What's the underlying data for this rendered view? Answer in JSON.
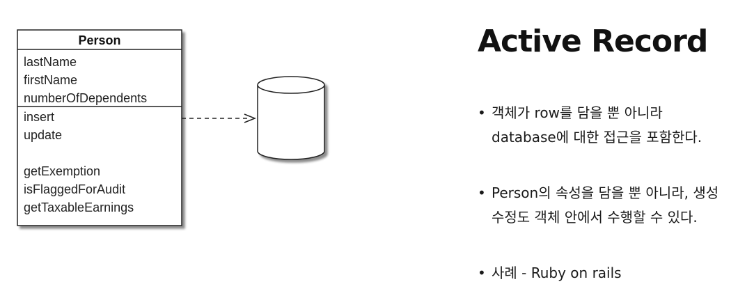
{
  "diagram": {
    "class_box": {
      "name": "Person",
      "attributes": [
        "lastName",
        "firstName",
        "numberOfDependents"
      ],
      "methods": [
        "insert",
        "update"
      ],
      "methods2": [
        "getExemption",
        "isFlaggedForAudit",
        "getTaxableEarnings"
      ]
    },
    "database_icon": "database-cylinder-icon"
  },
  "title": "Active Record",
  "bullets": [
    {
      "lines": [
        "객체가 row를 담을 뿐 아니라",
        "database에 대한 접근을 포함한다."
      ]
    },
    {
      "lines": [
        "Person의 속성을 담을 뿐 아니라, 생성",
        "수정도 객체 안에서 수행할 수 있다."
      ]
    },
    {
      "lines": [
        "사례 - Ruby on rails"
      ]
    }
  ]
}
